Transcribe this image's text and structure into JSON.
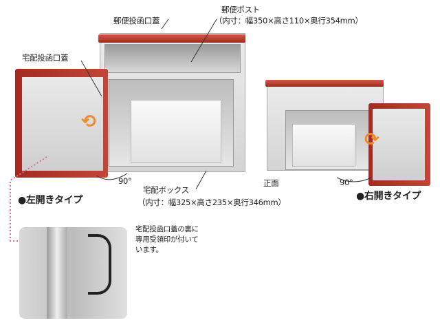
{
  "labels": {
    "mail_slot_lid": "郵便投函口蓋",
    "mailbox_title": "郵便ポスト",
    "mailbox_dims": "（内寸：幅350×高さ110×奥行354mm）",
    "parcel_slot_lid": "宅配投函口蓋",
    "angle_left": "90°",
    "parcel_box_title": "宅配ボックス",
    "parcel_box_dims": "（内寸：幅325×高さ235×奥行346mm）",
    "front": "正面",
    "angle_right": "90°",
    "left_open_type": "●左開きタイプ",
    "right_open_type": "●右開きタイプ",
    "note": [
      "宅配投函口蓋の裏に",
      "専用受領印が付いて",
      "います。"
    ]
  },
  "colors": {
    "door_red": "#b3352b",
    "arrow_orange": "#f08a2a",
    "dotted_pink": "#e07090"
  }
}
